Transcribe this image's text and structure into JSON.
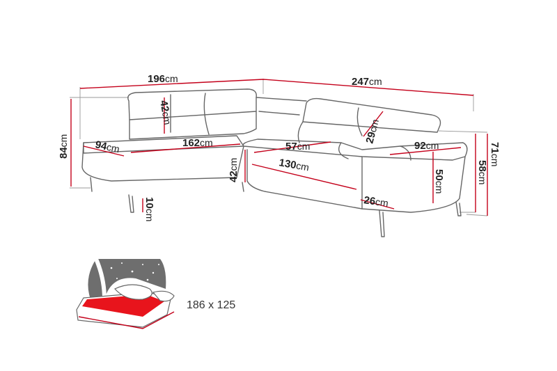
{
  "colors": {
    "dimension_line": "#c4001a",
    "outline": "#666666",
    "mattress": "#e8141c",
    "night_sky": "#6e6e6e"
  },
  "dimensions": {
    "overall_width_left": {
      "value": "196",
      "unit": "cm"
    },
    "overall_width_right": {
      "value": "247",
      "unit": "cm"
    },
    "headrest_height": {
      "value": "42",
      "unit": "cm"
    },
    "total_height_left": {
      "value": "84",
      "unit": "cm"
    },
    "armrest_depth": {
      "value": "94",
      "unit": "cm"
    },
    "seat_width_left": {
      "value": "162",
      "unit": "cm"
    },
    "corner_seat_depth": {
      "value": "57",
      "unit": "cm"
    },
    "headrest_height_right": {
      "value": "29",
      "unit": "cm"
    },
    "depth_right": {
      "value": "92",
      "unit": "cm"
    },
    "total_height_right": {
      "value": "71",
      "unit": "cm"
    },
    "back_height_right": {
      "value": "58",
      "unit": "cm"
    },
    "seat_height": {
      "value": "42",
      "unit": "cm"
    },
    "seat_width_right": {
      "value": "130",
      "unit": "cm"
    },
    "armrest_height": {
      "value": "50",
      "unit": "cm"
    },
    "armrest_width": {
      "value": "26",
      "unit": "cm"
    },
    "leg_height": {
      "value": "10",
      "unit": "cm"
    }
  },
  "bed": {
    "icon": "sleep-function-icon",
    "size": "186 x 125"
  }
}
